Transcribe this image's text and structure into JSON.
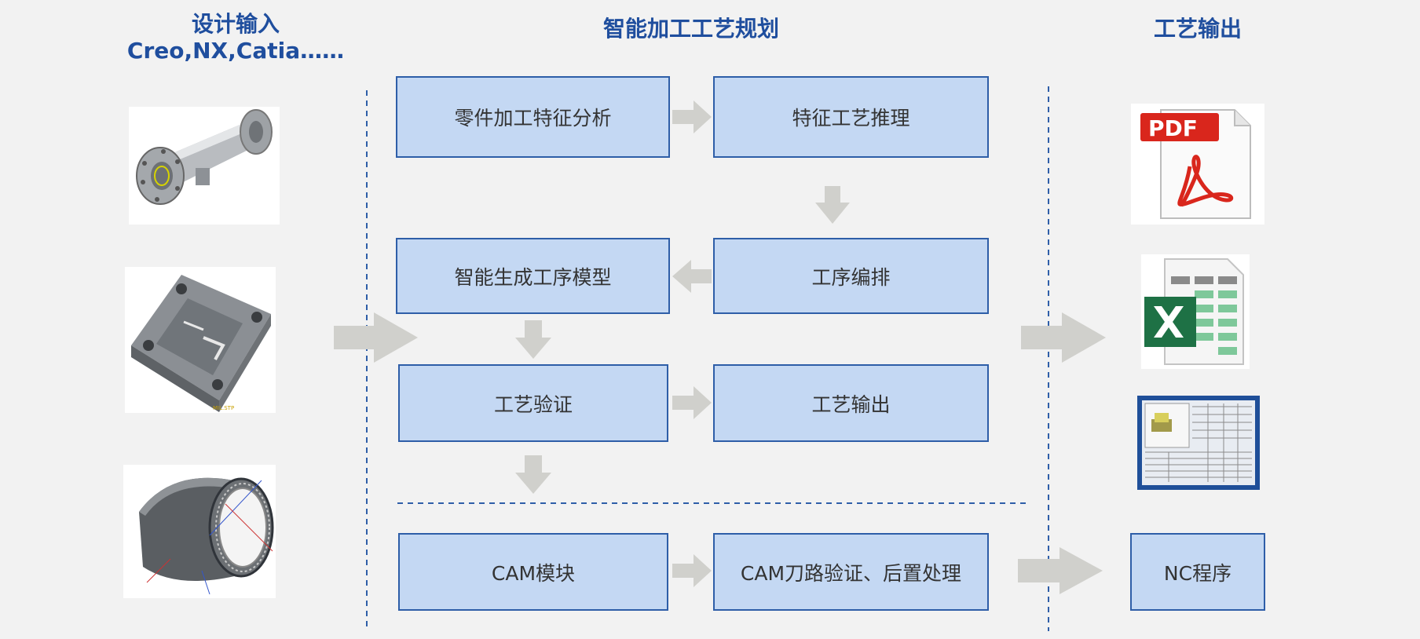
{
  "headings": {
    "input_line1": "设计输入",
    "input_line2": "Creo,NX,Catia……",
    "planning": "智能加工工艺规划",
    "output": "工艺输出"
  },
  "boxes": {
    "feature_analysis": "零件加工特征分析",
    "process_reasoning": "特征工艺推理",
    "generate_model": "智能生成工序模型",
    "sequencing": "工序编排",
    "verification": "工艺验证",
    "output": "工艺输出",
    "cam_module": "CAM模块",
    "cam_verify": "CAM刀路验证、后置处理",
    "nc_program": "NC程序"
  },
  "icons": {
    "pdf_label": "PDF"
  },
  "colors": {
    "box_fill": "#c4d8f3",
    "box_border": "#2e5ea8",
    "heading": "#1f4e9e",
    "arrow": "#d0d0cc",
    "divider": "#2e5ea8",
    "pdf_red": "#d9261c",
    "excel_green": "#1e7145"
  }
}
